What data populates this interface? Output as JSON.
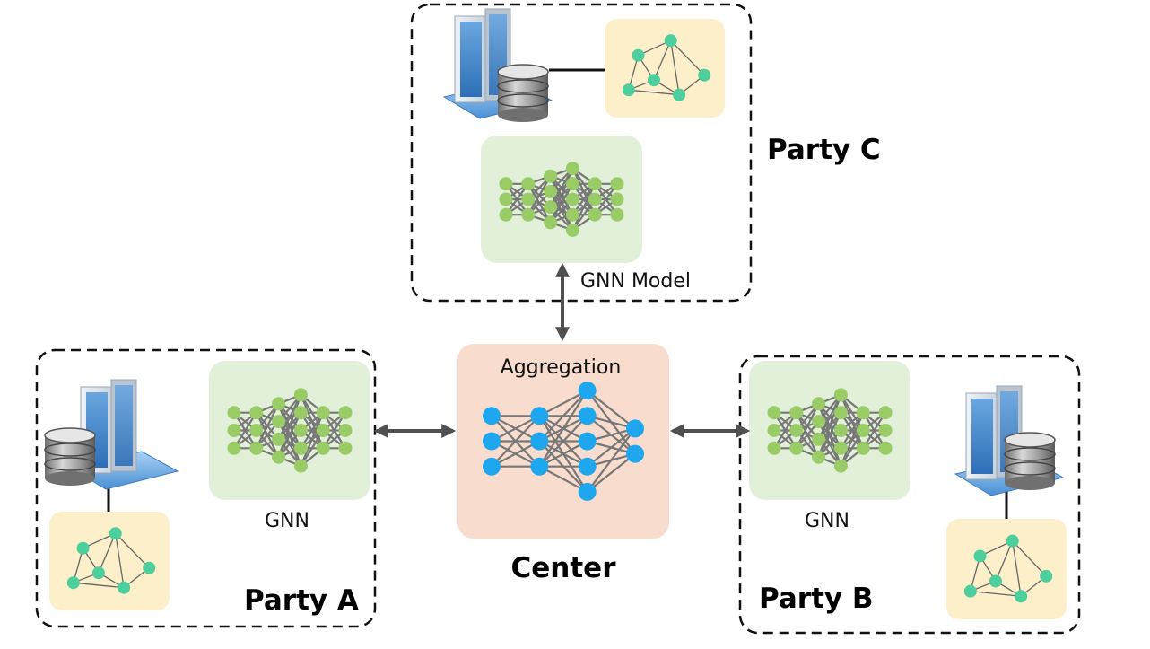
{
  "parties": {
    "c": {
      "title": "Party C",
      "model_label": "GNN Model"
    },
    "a": {
      "title": "Party A",
      "model_label": "GNN"
    },
    "b": {
      "title": "Party B",
      "model_label": "GNN"
    }
  },
  "center": {
    "title": "Center",
    "aggregation_label": "Aggregation"
  },
  "colors": {
    "graph_bg": "#fcefc9",
    "graph_node": "#4ccf9c",
    "gnn_bg": "#e2efd9",
    "gnn_node": "#99cc66",
    "center_bg": "#f8dccd",
    "center_node": "#1ea7ee",
    "edge": "#777777",
    "arrow": "#505050"
  },
  "icons": {
    "server": "server-database-icon",
    "graph": "graph-icon",
    "network": "neural-network-icon"
  }
}
